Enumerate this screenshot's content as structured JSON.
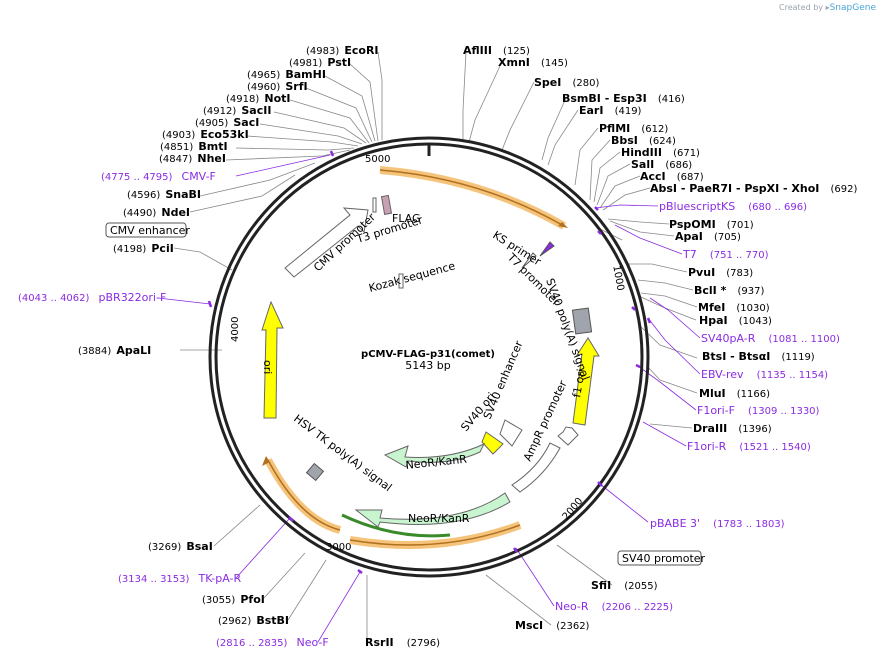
{
  "credit": {
    "prefix": "Created by",
    "brand": "SnapGene"
  },
  "plasmid": {
    "name": "pCMV-FLAG-p31(comet)",
    "length": "5143 bp"
  },
  "ticks": [
    "5000",
    "1000",
    "2000",
    "3000",
    "4000"
  ],
  "enzymes": [
    {
      "name": "EcoRI",
      "pos": "(4983)"
    },
    {
      "name": "PstI",
      "pos": "(4981)"
    },
    {
      "name": "BamHI",
      "pos": "(4965)"
    },
    {
      "name": "SrfI",
      "pos": "(4960)"
    },
    {
      "name": "NotI",
      "pos": "(4918)"
    },
    {
      "name": "SacII",
      "pos": "(4912)"
    },
    {
      "name": "SacI",
      "pos": "(4905)"
    },
    {
      "name": "Eco53kI",
      "pos": "(4903)"
    },
    {
      "name": "BmtI",
      "pos": "(4851)"
    },
    {
      "name": "NheI",
      "pos": "(4847)"
    },
    {
      "name": "SnaBI",
      "pos": "(4596)"
    },
    {
      "name": "NdeI",
      "pos": "(4490)"
    },
    {
      "name": "PciI",
      "pos": "(4198)"
    },
    {
      "name": "ApaLI",
      "pos": "(3884)"
    },
    {
      "name": "BsaI",
      "pos": "(3269)"
    },
    {
      "name": "PfoI",
      "pos": "(3055)"
    },
    {
      "name": "BstBI",
      "pos": "(2962)"
    },
    {
      "name": "RsrII",
      "pos": "(2796)"
    },
    {
      "name": "MscI",
      "pos": "(2362)"
    },
    {
      "name": "SfiI",
      "pos": "(2055)"
    },
    {
      "name": "DraIII",
      "pos": "(1396)"
    },
    {
      "name": "MluI",
      "pos": "(1166)"
    },
    {
      "name": "BtsI  - BtsαI",
      "pos": "(1119)"
    },
    {
      "name": "HpaI",
      "pos": "(1043)"
    },
    {
      "name": "MfeI",
      "pos": "(1030)"
    },
    {
      "name": "BclI *",
      "pos": "(937)"
    },
    {
      "name": "PvuI",
      "pos": "(783)"
    },
    {
      "name": "ApaI",
      "pos": "(705)"
    },
    {
      "name": "PspOMI",
      "pos": "(701)"
    },
    {
      "name": "AbsI  - PaeR7I  - PspXI  - XhoI",
      "pos": "(692)"
    },
    {
      "name": "AccI",
      "pos": "(687)"
    },
    {
      "name": "SalI",
      "pos": "(686)"
    },
    {
      "name": "HindIII",
      "pos": "(671)"
    },
    {
      "name": "BbsI",
      "pos": "(624)"
    },
    {
      "name": "PflMI",
      "pos": "(612)"
    },
    {
      "name": "EarI",
      "pos": "(419)"
    },
    {
      "name": "BsmBI  - Esp3I",
      "pos": "(416)"
    },
    {
      "name": "SpeI",
      "pos": "(280)"
    },
    {
      "name": "XmnI",
      "pos": "(145)"
    },
    {
      "name": "AflIII",
      "pos": "(125)"
    }
  ],
  "primers": [
    {
      "name": "CMV-F",
      "pos": "(4775 .. 4795)"
    },
    {
      "name": "pBR322ori-F",
      "pos": "(4043 .. 4062)"
    },
    {
      "name": "TK-pA-R",
      "pos": "(3134 .. 3153)"
    },
    {
      "name": "Neo-F",
      "pos": "(2816 .. 2835)"
    },
    {
      "name": "Neo-R",
      "pos": "(2206 .. 2225)"
    },
    {
      "name": "pBABE 3'",
      "pos": "(1783 .. 1803)"
    },
    {
      "name": "F1ori-R",
      "pos": "(1521 .. 1540)"
    },
    {
      "name": "F1ori-F",
      "pos": "(1309 .. 1330)"
    },
    {
      "name": "EBV-rev",
      "pos": "(1135 .. 1154)"
    },
    {
      "name": "SV40pA-R",
      "pos": "(1081 .. 1100)"
    },
    {
      "name": "T7",
      "pos": "(751 .. 770)"
    },
    {
      "name": "pBluescriptKS",
      "pos": "(680 .. 696)"
    }
  ],
  "boxed": [
    "CMV enhancer",
    "SV40 promoter"
  ],
  "features": {
    "flag": "FLAG",
    "t3": "T3 promoter",
    "cmv_promoter": "CMV promoter",
    "kozak": "Kozak sequence",
    "ks_primer": "KS primer",
    "t7_promoter": "T7 promoter",
    "sv40_polya": "SV40 poly(A) signal",
    "f1_ori": "f1 ori",
    "ampr_promoter": "AmpR promoter",
    "sv40_enhancer": "SV40 enhancer",
    "sv40_ori": "SV40 ori",
    "neor1": "NeoR/KanR",
    "neor2": "NeoR/KanR",
    "hsv_tk": "HSV TK poly(A) signal",
    "ori": "ori"
  },
  "colors": {
    "primer": "#8a2be2",
    "orf_fill": "#c8f5d0",
    "ori_fill": "#ffff00",
    "highlight": "#f5c37a",
    "backbone": "#222222"
  }
}
